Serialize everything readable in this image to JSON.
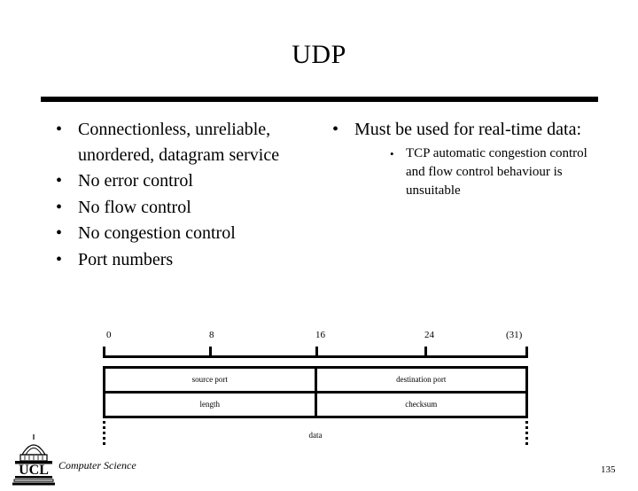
{
  "slide": {
    "title": "UDP",
    "page_number": "135"
  },
  "content": {
    "left_bullets": [
      {
        "text": "Connectionless, unreliable, unordered, datagram service"
      },
      {
        "text": "No error control"
      },
      {
        "text": "No flow control"
      },
      {
        "text": "No congestion control"
      },
      {
        "text": "Port numbers"
      }
    ],
    "right_bullets": [
      {
        "text": "Must be used for real-time data:",
        "sub": [
          {
            "text": "TCP automatic congestion control and flow control behaviour is unsuitable"
          }
        ]
      }
    ],
    "bullet_glyph": "•"
  },
  "packet_diagram": {
    "ruler": {
      "ticks": [
        {
          "label": "0",
          "pos_pct": 0
        },
        {
          "label": "8",
          "pos_pct": 25
        },
        {
          "label": "16",
          "pos_pct": 50
        },
        {
          "label": "24",
          "pos_pct": 75
        },
        {
          "label": "(31)",
          "pos_pct": 100
        }
      ]
    },
    "rows": [
      {
        "left": "source port",
        "right": "destination port"
      },
      {
        "left": "length",
        "right": "checksum"
      }
    ],
    "payload_label": "data"
  },
  "footer": {
    "logo_text": "UCL",
    "department": "Computer Science"
  },
  "colors": {
    "background": "#ffffff",
    "ink": "#000000"
  }
}
